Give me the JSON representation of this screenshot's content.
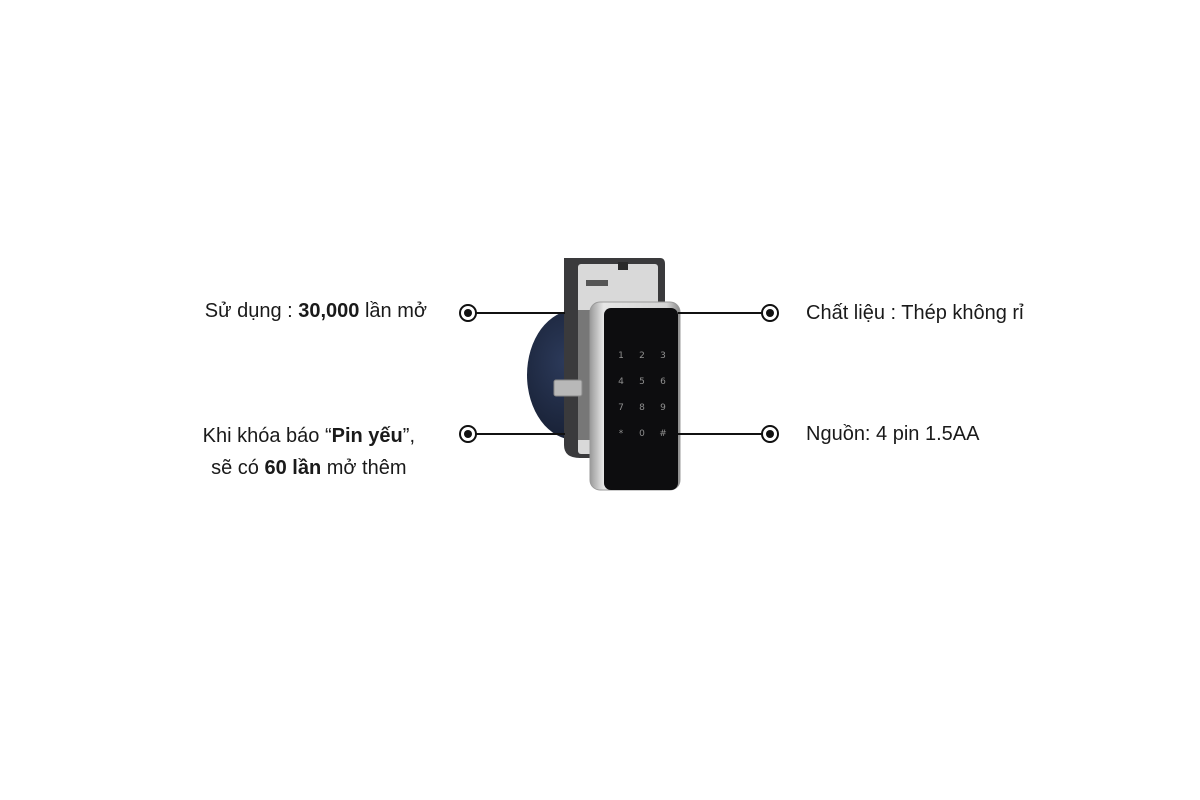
{
  "features": {
    "usage": {
      "prefix": "Sử dụng : ",
      "highlight": "30,000",
      "suffix": " lần mở"
    },
    "low_battery": {
      "line1_prefix": "Khi khóa báo “",
      "line1_highlight": "Pin yếu",
      "line1_suffix": "”,",
      "line2_prefix": "sẽ có ",
      "line2_highlight": "60 lần",
      "line2_suffix": " mở thêm"
    },
    "material": {
      "text": "Chất liệu : Thép không rỉ"
    },
    "power": {
      "text": "Nguồn: 4 pin 1.5AA"
    }
  },
  "keypad": {
    "keys": [
      "1",
      "2",
      "3",
      "4",
      "5",
      "6",
      "7",
      "8",
      "9",
      "*",
      "0",
      "#"
    ]
  },
  "colors": {
    "text": "#1a1a1a",
    "connector": "#111111",
    "lock_panel": "#0d0d0f",
    "lock_frame": "#c8c8c8",
    "rotor": "#1f2b45"
  }
}
